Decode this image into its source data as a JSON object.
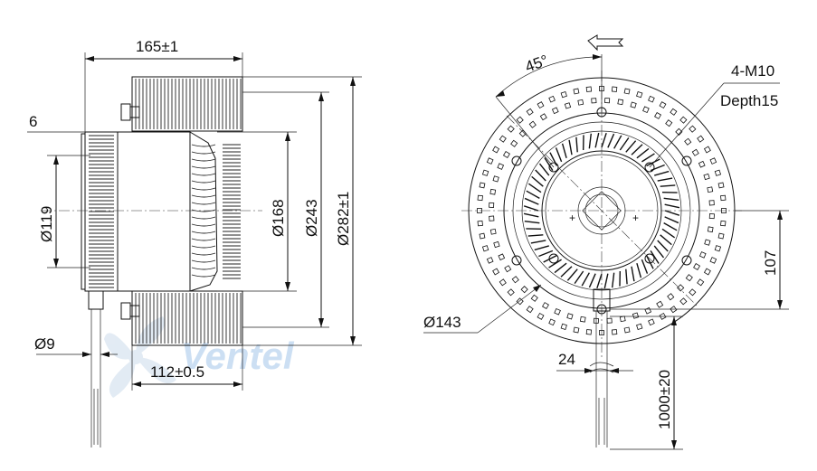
{
  "side_view": {
    "dim_width": "165±1",
    "dim_flange": "6",
    "dim_d119": "Ø119",
    "dim_d168": "Ø168",
    "dim_d243": "Ø243",
    "dim_d282": "Ø282±1",
    "dim_d9": "Ø9",
    "dim_depth": "112±0.5"
  },
  "front_view": {
    "dim_angle": "45°",
    "dim_holes": "4-M10",
    "dim_hole_depth": "Depth15",
    "dim_d143": "Ø143",
    "dim_offset": "107",
    "dim_cable_width": "24",
    "dim_cable_length": "1000±20"
  },
  "watermark": {
    "text": "Ventel",
    "color": "#4a8fd6"
  }
}
